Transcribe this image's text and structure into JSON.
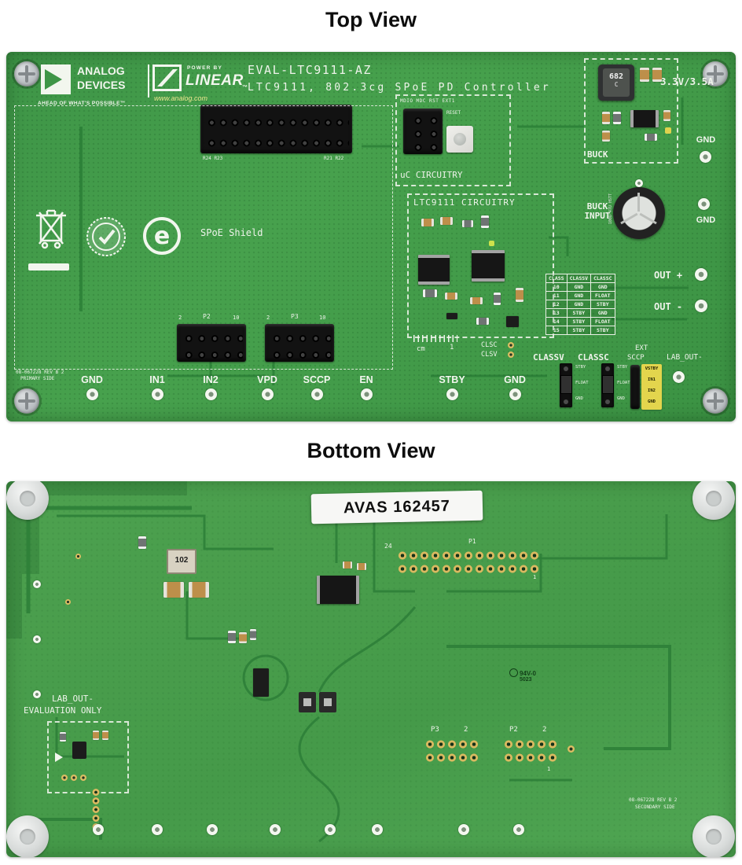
{
  "page": {
    "top_title": "Top View",
    "bottom_title": "Bottom View"
  },
  "colors": {
    "pcb_top": "#3e9547",
    "pcb_bottom": "#4da14f",
    "silkscreen": "#f2f6ee",
    "trace": "#1e6f2b",
    "gold_pad": "#dcbd63"
  },
  "top_board": {
    "brand": {
      "ad_name_1": "ANALOG",
      "ad_name_2": "DEVICES",
      "tagline": "AHEAD OF WHAT'S POSSIBLE™",
      "power_by": "POWER BY",
      "linear": "LINEAR",
      "tm": "™",
      "url": "www.analog.com"
    },
    "silk": {
      "eval_id": "EVAL-LTC9111-AZ",
      "title": "LTC9111, 802.3cg SPoE PD Controller",
      "rating": "3.3V/3.5A",
      "buck": "BUCK",
      "buck_input_1": "BUCK",
      "buck_input_2": "INPUT",
      "uc_header": "MDIO MDC RST EXT1",
      "reset": "RESET",
      "uc_circuitry": "uC CIRCUITRY",
      "ltc_circuitry": "LTC9111 CIRCUITRY",
      "spoe_shield": "SPoE Shield",
      "out_plus": "OUT +",
      "out_minus": "OUT -",
      "gnd": "GND",
      "clsc": "CLSC",
      "clsv": "CLSV",
      "classv": "CLASSV",
      "classc": "CLASSC",
      "ext": "EXT",
      "sccp": "SCCP",
      "lab_out": "LAB_OUT-",
      "scale_cm": "cm",
      "scale_1": "1",
      "rev": "08-067228 REV B 2",
      "side": "PRIMARY SIDE",
      "refs_left": "R24 R23",
      "refs_right": "R21 R22"
    },
    "connectors": {
      "p2": {
        "name": "P2",
        "pin_left": "2",
        "pin_right": "10"
      },
      "p3": {
        "name": "P3",
        "pin_left": "2",
        "pin_right": "10"
      }
    },
    "class_table": {
      "headers": [
        "CLASS",
        "CLASSV",
        "CLASSC"
      ],
      "rows": [
        [
          "10",
          "GND",
          "GND"
        ],
        [
          "11",
          "GND",
          "FLOAT"
        ],
        [
          "12",
          "GND",
          "STBY"
        ],
        [
          "13",
          "STBY",
          "GND"
        ],
        [
          "14",
          "STBY",
          "FLOAT"
        ],
        [
          "15",
          "STBY",
          "STBY"
        ]
      ]
    },
    "jumper_options": [
      "STBY",
      "FLOAT",
      "GND"
    ],
    "ext_sccp_pins": [
      "VSTBY",
      "IN1",
      "IN2",
      "GND"
    ],
    "bottom_labels": [
      "GND",
      "IN1",
      "IN2",
      "VPD",
      "SCCP",
      "EN",
      "STBY",
      "GND"
    ],
    "parts": {
      "inductor": "682",
      "inductor_code": "C",
      "cap_marking": "100U 47U HSTT"
    }
  },
  "bottom_board": {
    "sticker": "AVAS 162457",
    "lab_out_1": "LAB_OUT-",
    "lab_out_2": "EVALUATION ONLY",
    "rev": "08-067228 REV B 2",
    "side": "SECONDARY SIDE",
    "p1": {
      "name": "P1",
      "pin_24": "24",
      "pin_1": "1"
    },
    "p3": {
      "name": "P3",
      "pin_2": "2"
    },
    "p2": {
      "name": "P2",
      "pin_2": "2",
      "pin_1": "1"
    },
    "part_102": "102",
    "ul_rating": "94V-0",
    "ul_code": "5023"
  }
}
